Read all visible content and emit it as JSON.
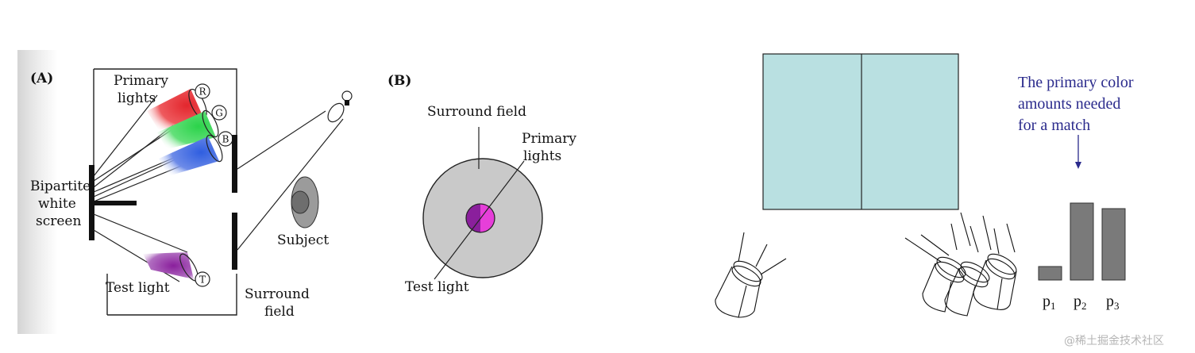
{
  "figure_a": {
    "panel_label": "(A)",
    "primary_lights_line1": "Primary",
    "primary_lights_line2": "lights",
    "red_label": "R",
    "green_label": "G",
    "blue_label": "B",
    "screen_line1": "Bipartite",
    "screen_line2": "white",
    "screen_line3": "screen",
    "test_light": "Test light",
    "test_label": "T",
    "subject": "Subject",
    "surround_line1": "Surround",
    "surround_line2": "field"
  },
  "figure_b": {
    "panel_label": "(B)",
    "surround_field": "Surround field",
    "primary_line1": "Primary",
    "primary_line2": "lights",
    "test_light": "Test light"
  },
  "figure_c": {
    "caption_line1": "The primary color",
    "caption_line2": "amounts needed",
    "caption_line3": "for a match",
    "bar_labels": [
      {
        "base": "p",
        "sub": "1"
      },
      {
        "base": "p",
        "sub": "2"
      },
      {
        "base": "p",
        "sub": "3"
      }
    ],
    "bar_values": [
      0.14,
      0.82,
      0.76
    ]
  },
  "colors": {
    "field": "#b9e0e1",
    "bar": "#7a7a7a",
    "caption": "#2a2a8c",
    "red": "#e3262d",
    "green": "#2bd34a",
    "blue": "#2f5ee0",
    "purple": "#8a1f9c",
    "magenta": "#e63fd9"
  },
  "watermark": "@稀土掘金技术社区"
}
